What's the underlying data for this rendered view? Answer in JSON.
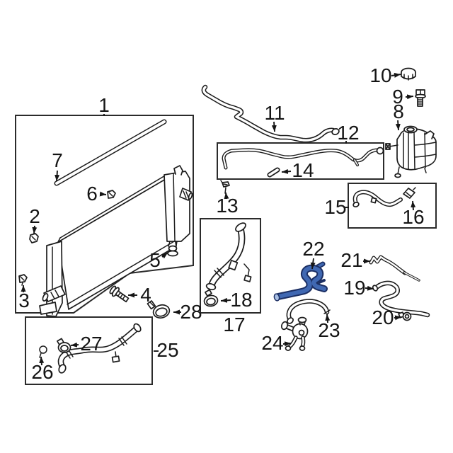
{
  "diagram": {
    "type": "exploded-parts-diagram",
    "subject": "engine-cooling-radiator-and-hoses",
    "callouts": [
      "1",
      "2",
      "3",
      "4",
      "5",
      "6",
      "7",
      "8",
      "9",
      "10",
      "11",
      "12",
      "13",
      "14",
      "15",
      "16",
      "17",
      "18",
      "19",
      "20",
      "21",
      "22",
      "23",
      "24",
      "25",
      "26",
      "27",
      "28"
    ],
    "highlighted_callout": "22",
    "colors": {
      "background": "#ffffff",
      "line": "#1c1c1c",
      "label_text": "#151515",
      "highlight_fill": "#4068b2",
      "highlight_outline": "#1c2f63",
      "highlight_opening": "#a9c0e4"
    }
  }
}
